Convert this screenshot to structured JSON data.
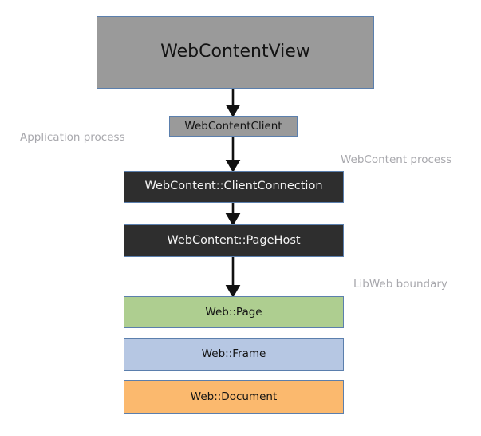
{
  "diagram": {
    "type": "flowchart",
    "title": "",
    "nodes": [
      {
        "id": "webcontentview",
        "label": "WebContentView",
        "fill": "#9a9a9a",
        "stroke": "#5b7fad",
        "text_color": "#131313"
      },
      {
        "id": "webcontentclient",
        "label": "WebContentClient",
        "fill": "#9a9a9a",
        "stroke": "#5b7fad",
        "text_color": "#131313"
      },
      {
        "id": "clientconnection",
        "label": "WebContent::ClientConnection",
        "fill": "#2e2e2e",
        "stroke": "#5b7fad",
        "text_color": "#f4f4f4"
      },
      {
        "id": "pagehost",
        "label": "WebContent::PageHost",
        "fill": "#2e2e2e",
        "stroke": "#5b7fad",
        "text_color": "#f4f4f4"
      },
      {
        "id": "page",
        "label": "Web::Page",
        "fill": "#aece90",
        "stroke": "#5b7fad",
        "text_color": "#131313"
      },
      {
        "id": "frame",
        "label": "Web::Frame",
        "fill": "#b6c7e3",
        "stroke": "#5b7fad",
        "text_color": "#131313"
      },
      {
        "id": "document",
        "label": "Web::Document",
        "fill": "#fbb96e",
        "stroke": "#5b7fad",
        "text_color": "#131313"
      }
    ],
    "edges": [
      {
        "from": "webcontentview",
        "to": "webcontentclient",
        "style": "solid-arrow"
      },
      {
        "from": "webcontentclient",
        "to": "clientconnection",
        "style": "solid-arrow"
      },
      {
        "from": "clientconnection",
        "to": "pagehost",
        "style": "solid-arrow"
      },
      {
        "from": "pagehost",
        "to": "page",
        "style": "solid-arrow"
      }
    ],
    "boundaries": [
      {
        "id": "process-separator",
        "style": "dashed",
        "color": "#b9b9bc",
        "above_label": "Application process",
        "below_label": "WebContent process"
      }
    ],
    "annotations": [
      {
        "id": "libweb",
        "label": "LibWeb boundary",
        "color": "#a8a8ad"
      }
    ]
  }
}
